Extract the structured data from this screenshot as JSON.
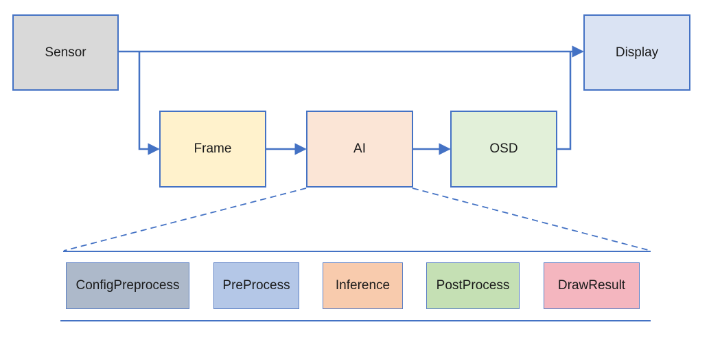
{
  "nodes": {
    "sensor": {
      "label": "Sensor",
      "color": "#d9d9d9"
    },
    "display": {
      "label": "Display",
      "color": "#dae3f3"
    },
    "frame": {
      "label": "Frame",
      "color": "#fff2cc"
    },
    "ai": {
      "label": "AI",
      "color": "#fbe5d6"
    },
    "osd": {
      "label": "OSD",
      "color": "#e2f0d9"
    }
  },
  "ai_stages": [
    {
      "label": "ConfigPreprocess",
      "color": "#adb9ca"
    },
    {
      "label": "PreProcess",
      "color": "#b4c7e7"
    },
    {
      "label": "Inference",
      "color": "#f8cbad"
    },
    {
      "label": "PostProcess",
      "color": "#c5e0b4"
    },
    {
      "label": "DrawResult",
      "color": "#f4b6bf"
    }
  ],
  "colors": {
    "connector": "#4472c4"
  }
}
